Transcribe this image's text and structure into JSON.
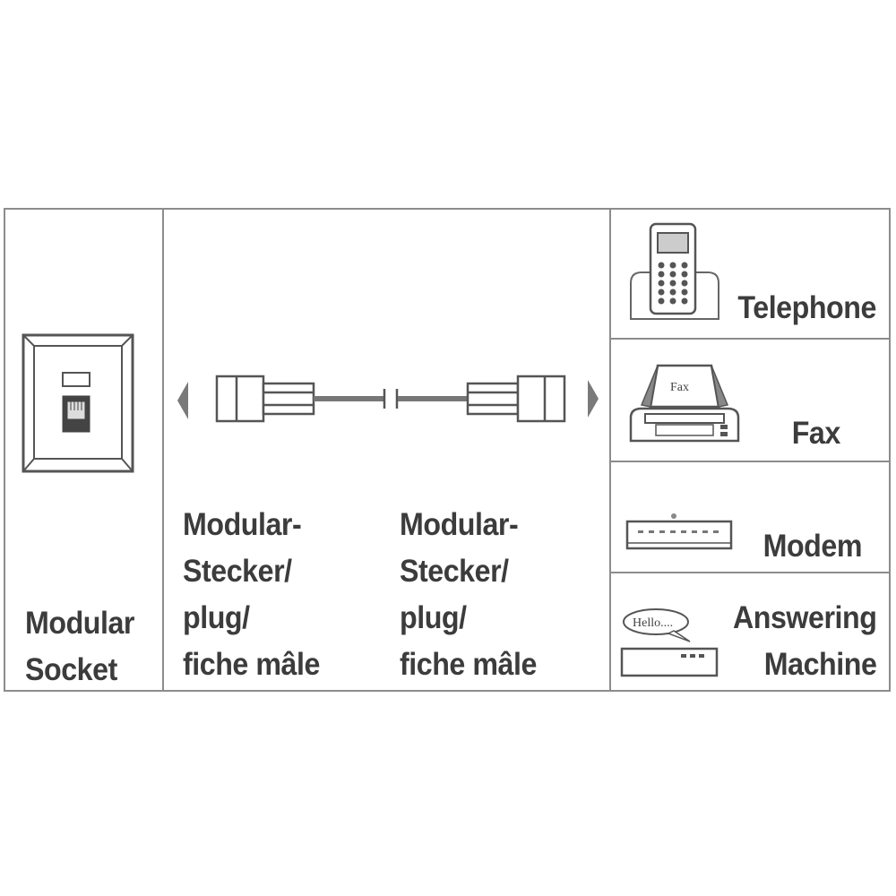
{
  "socket": {
    "label": "Modular\nSocket"
  },
  "cable": {
    "left_plug_label": "Modular-\nStecker/\nplug/\nfiche mâle",
    "right_plug_label": "Modular-\nStecker/\nplug/\nfiche mâle"
  },
  "devices": [
    {
      "label": "Telephone",
      "icon": "telephone-icon"
    },
    {
      "label": "Fax",
      "icon": "fax-machine-icon",
      "icon_text": "Fax"
    },
    {
      "label": "Modem",
      "icon": "modem-icon"
    },
    {
      "label": "Answering\nMachine",
      "icon": "answering-machine-icon",
      "icon_text": "Hello...."
    }
  ],
  "colors": {
    "line": "#8c8c8c",
    "text": "#3c3c3c",
    "arrow": "#7a7a7a"
  }
}
